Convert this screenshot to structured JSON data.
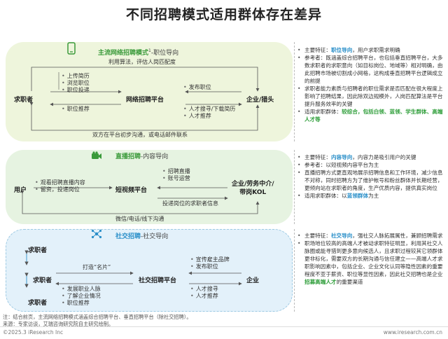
{
  "title": "不同招聘模式适用群体存在差异",
  "section1": {
    "head_highlight": "主流网络招聘模式",
    "head_sup": "1",
    "head_rest": "-职位导向",
    "top_label": "利用算法，评估人岗匹配度",
    "node_left": "求职者",
    "node_center": "网络招聘平台",
    "node_right": "企业/猎头",
    "left_items": [
      "上传简历",
      "浏览职位",
      "职位投递"
    ],
    "left_bottom": "职位推荐",
    "right_top": "发布职位",
    "right_items": [
      "人才搜寻/下载简历",
      "人才推荐"
    ],
    "bottom_label": "双方在平台初步沟通，或电话邮件联系",
    "bullets": [
      {
        "parts": [
          [
            "主要特征：",
            ""
          ],
          [
            "职位导向",
            "b"
          ],
          [
            "，用户求职需求明确",
            ""
          ]
        ]
      },
      {
        "parts": [
          [
            "参考者：既涵盖综合招聘平台，也包括垂直招聘平台，大多数求职者的求职意向（如目标岗位、地域等）相对明确，由此招聘市场被切割成小网格，这构成垂直招聘平台逻辑成立的前提",
            ""
          ]
        ]
      },
      {
        "parts": [
          [
            "求职者能力素质与招聘者的职位需求是否匹配在很大程度上影响了招聘结果，因此除双边规模外，人岗匹配算法是平台提升服务效率的关键",
            ""
          ]
        ]
      },
      {
        "parts": [
          [
            "适用求职群体：",
            ""
          ],
          [
            "较综合，包括白领、蓝领、学生群体、高端人才等",
            "g"
          ]
        ]
      }
    ]
  },
  "section2": {
    "head_highlight": "直播招聘",
    "head_rest": "-内容导向",
    "node_left": "用户",
    "node_center": "短视频平台",
    "node_right_1": "企业/劳务中介/",
    "node_right_2": "带岗KOL",
    "left_items": [
      "观看招聘直播内容",
      "留资，投递岗位"
    ],
    "right_items": [
      "招聘直播",
      "账号运营"
    ],
    "right_bottom": "投递岗位的求职者信息",
    "bottom_label": "微信/电话/线下沟通",
    "bullets": [
      {
        "parts": [
          [
            "主要特征：",
            ""
          ],
          [
            "内容导向",
            "b"
          ],
          [
            "，内容力是吸引用户的关键",
            ""
          ]
        ]
      },
      {
        "parts": [
          [
            "参考者：以短视频内容平台为主",
            ""
          ]
        ]
      },
      {
        "parts": [
          [
            "直播招聘方式更直观地展示招聘信息和工作环境，减少信息不对称，同时招聘方为了维护帐号和粉丝群体并长期经营，更倾向站在求职者的角度，生产优质内容，提供真实岗位",
            ""
          ]
        ]
      },
      {
        "parts": [
          [
            "适用求职群体：以",
            ""
          ],
          [
            "蓝领群体",
            "b"
          ],
          [
            "为主",
            ""
          ]
        ]
      }
    ]
  },
  "section3": {
    "head_highlight": "社交招聘",
    "head_rest": "-社交导向",
    "node_seekers": [
      "求职者",
      "求职者",
      "求职者"
    ],
    "node_center": "社交招聘平台",
    "node_right": "企业",
    "brand_label": "打造“名片”",
    "left_items": [
      "发展职业人脉",
      "了解企业情况",
      "职位推荐"
    ],
    "right_top_items": [
      "宣传雇主品牌",
      "发布职位"
    ],
    "right_bottom_items": [
      "人才搜寻",
      "人才推荐"
    ],
    "bullets": [
      {
        "parts": [
          [
            "主要特征：",
            ""
          ],
          [
            "社交导向",
            "b"
          ],
          [
            "，强社交人脉拓展属性，兼顾招聘需求",
            ""
          ]
        ]
      },
      {
        "parts": [
          [
            "职场地位较高的高端人才被动求职特征明显，利用其社交人脉圈或能寻猎到更多意向候选人，且求职过程较其它领群体更非标化，需要双方的长期沟通与信任建立——高端人才求职影响因素中，包括企业、企业文化认同等隐性因素的重要程度不亚于薪资、职位等显性因素，因此社交招聘也是企业",
            ""
          ],
          [
            "招募高端人才",
            "g"
          ],
          [
            "的重要渠道",
            ""
          ]
        ]
      }
    ]
  },
  "note_line1": "注：结合前页，主流网络招聘模式涵盖综合招聘平台、垂直招聘平台（除社交招聘）。",
  "note_line2": "来源：专家访谈，艾瑞咨询研究院自主研究绘制。",
  "footer_left": "©2025.3 iResearch Inc",
  "footer_right": "www.iresearch.com.cn",
  "colors": {
    "green": "#2f9e3a",
    "blue": "#2a8fc9",
    "panel1": "#eef5dc",
    "panel2": "#e6f3e1",
    "panel3": "#e3f1fa"
  },
  "icons": {
    "s1": "phone-icon",
    "s2": "video-camera-icon",
    "s3": "network-icon"
  }
}
